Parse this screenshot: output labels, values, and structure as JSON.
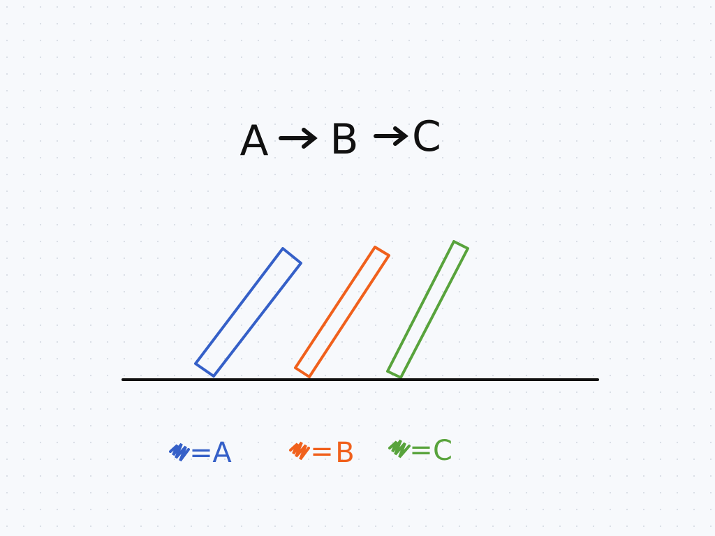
{
  "background": {
    "color": "#f7f9fc",
    "dot_color": "#d7dce4",
    "grid": true
  },
  "title": {
    "labels": [
      "A",
      "B",
      "C"
    ],
    "arrow_symbol": "→",
    "color": "#111111"
  },
  "dominoes": [
    {
      "label": "A",
      "color": "#3560c8"
    },
    {
      "label": "B",
      "color": "#f0601c"
    },
    {
      "label": "C",
      "color": "#58a33c"
    }
  ],
  "legend": {
    "items": [
      {
        "label": "A",
        "equals": "=",
        "color": "#3560c8"
      },
      {
        "label": "B",
        "equals": "=",
        "color": "#f0601c"
      },
      {
        "label": "C",
        "equals": "=",
        "color": "#58a33c"
      }
    ]
  },
  "ground": {
    "color": "#111111"
  }
}
